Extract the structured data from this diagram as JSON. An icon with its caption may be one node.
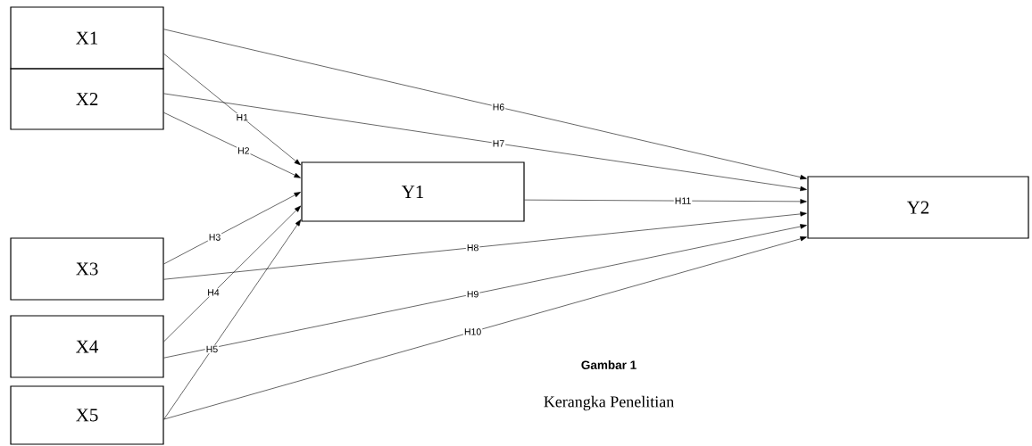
{
  "diagram": {
    "title": "Gambar 1",
    "caption": "Kerangka Penelitian",
    "nodes": [
      {
        "text": [
          "X1"
        ]
      },
      {
        "text": [
          "X2"
        ]
      },
      {
        "text": [
          "X3"
        ]
      },
      {
        "text": [
          "X4"
        ]
      },
      {
        "text": [
          "X5"
        ]
      },
      {
        "text": [
          "Y1"
        ]
      },
      {
        "text": [
          "Y2"
        ]
      }
    ],
    "edges": [
      {
        "from": 0,
        "to": 5,
        "arrow": "to",
        "label": "H1"
      },
      {
        "from": 1,
        "to": 5,
        "arrow": "to",
        "label": "H2"
      },
      {
        "from": 2,
        "to": 5,
        "arrow": "to",
        "label": "H3"
      },
      {
        "from": 3,
        "to": 5,
        "arrow": "to",
        "label": "H4"
      },
      {
        "from": 4,
        "to": 5,
        "arrow": "to",
        "label": "H5"
      },
      {
        "from": 0,
        "to": 6,
        "arrow": "to",
        "label": "H6"
      },
      {
        "from": 1,
        "to": 6,
        "arrow": "to",
        "label": "H7"
      },
      {
        "from": 2,
        "to": 6,
        "arrow": "to",
        "label": "H8"
      },
      {
        "from": 3,
        "to": 6,
        "arrow": "to",
        "label": "H9"
      },
      {
        "from": 4,
        "to": 6,
        "arrow": "to",
        "label": "H10"
      },
      {
        "from": 5,
        "to": 6,
        "arrow": "to",
        "label": "H11"
      }
    ]
  }
}
